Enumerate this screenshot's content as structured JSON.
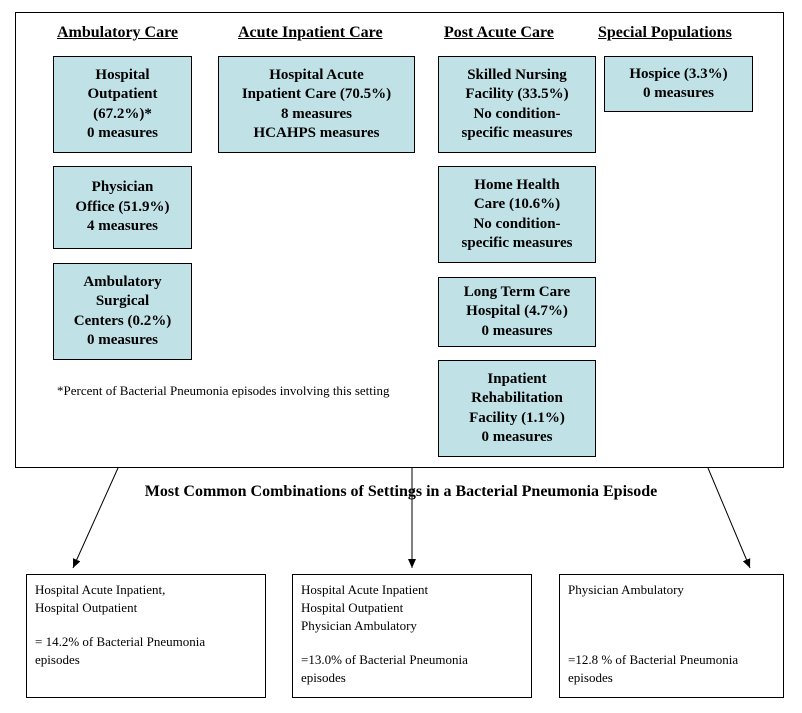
{
  "headers": {
    "ambulatory": "Ambulatory Care",
    "acute": "Acute Inpatient Care",
    "post_acute": "Post Acute Care",
    "special": "Special Populations"
  },
  "boxes": {
    "hospital_outpatient": [
      "Hospital",
      "Outpatient",
      "(67.2%)*",
      "0 measures"
    ],
    "physician_office": [
      "Physician",
      "Office (51.9%)",
      "4 measures"
    ],
    "ambulatory_surgical": [
      "Ambulatory",
      "Surgical",
      "Centers (0.2%)",
      "0 measures"
    ],
    "hospital_acute_inpatient": [
      "Hospital Acute",
      "Inpatient Care (70.5%)",
      "8 measures",
      "HCAHPS measures"
    ],
    "skilled_nursing": [
      "Skilled Nursing",
      "Facility (33.5%)",
      "No condition-",
      "specific measures"
    ],
    "home_health": [
      "Home Health",
      "Care (10.6%)",
      "No condition-",
      "specific measures"
    ],
    "long_term_care": [
      "Long Term Care",
      "Hospital (4.7%)",
      "0 measures"
    ],
    "inpatient_rehab": [
      "Inpatient",
      "Rehabilitation",
      "Facility (1.1%)",
      "0 measures"
    ],
    "hospice": [
      "Hospice (3.3%)",
      "0 measures"
    ]
  },
  "footnote": "*Percent of Bacterial Pneumonia episodes involving this setting",
  "subtitle": "Most Common Combinations of Settings in a Bacterial Pneumonia Episode",
  "combinations": [
    {
      "lines": [
        "Hospital Acute Inpatient,",
        "Hospital Outpatient"
      ],
      "result": [
        "= 14.2% of Bacterial Pneumonia",
        "episodes"
      ]
    },
    {
      "lines": [
        "Hospital Acute Inpatient",
        "Hospital Outpatient",
        "Physician Ambulatory"
      ],
      "result": [
        "=13.0% of Bacterial Pneumonia",
        "episodes"
      ]
    },
    {
      "lines": [
        "Physician Ambulatory"
      ],
      "result": [
        "=12.8 % of Bacterial Pneumonia",
        "episodes"
      ]
    }
  ]
}
